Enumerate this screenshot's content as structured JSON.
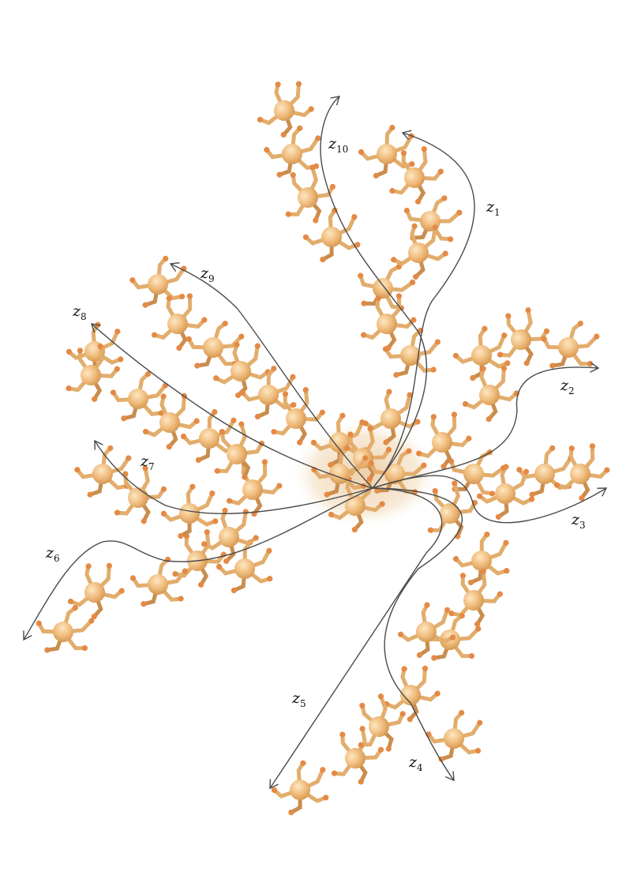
{
  "diagram": {
    "labels": [
      {
        "id": "z1",
        "base": "z",
        "sub": "1"
      },
      {
        "id": "z2",
        "base": "z",
        "sub": "2"
      },
      {
        "id": "z3",
        "base": "z",
        "sub": "3"
      },
      {
        "id": "z4",
        "base": "z",
        "sub": "4"
      },
      {
        "id": "z5",
        "base": "z",
        "sub": "5"
      },
      {
        "id": "z6",
        "base": "z",
        "sub": "6"
      },
      {
        "id": "z7",
        "base": "z",
        "sub": "7"
      },
      {
        "id": "z8",
        "base": "z",
        "sub": "8"
      },
      {
        "id": "z9",
        "base": "z",
        "sub": "9"
      },
      {
        "id": "z10",
        "base": "z",
        "sub": "10"
      }
    ],
    "colors": {
      "stick": "#e2ad6c",
      "stick_dark": "#c98d4e",
      "tip": "#e48a45",
      "ball_light": "#fde3b8",
      "ball_dark": "#d99a55",
      "arrow": "#4a4a4a"
    }
  }
}
